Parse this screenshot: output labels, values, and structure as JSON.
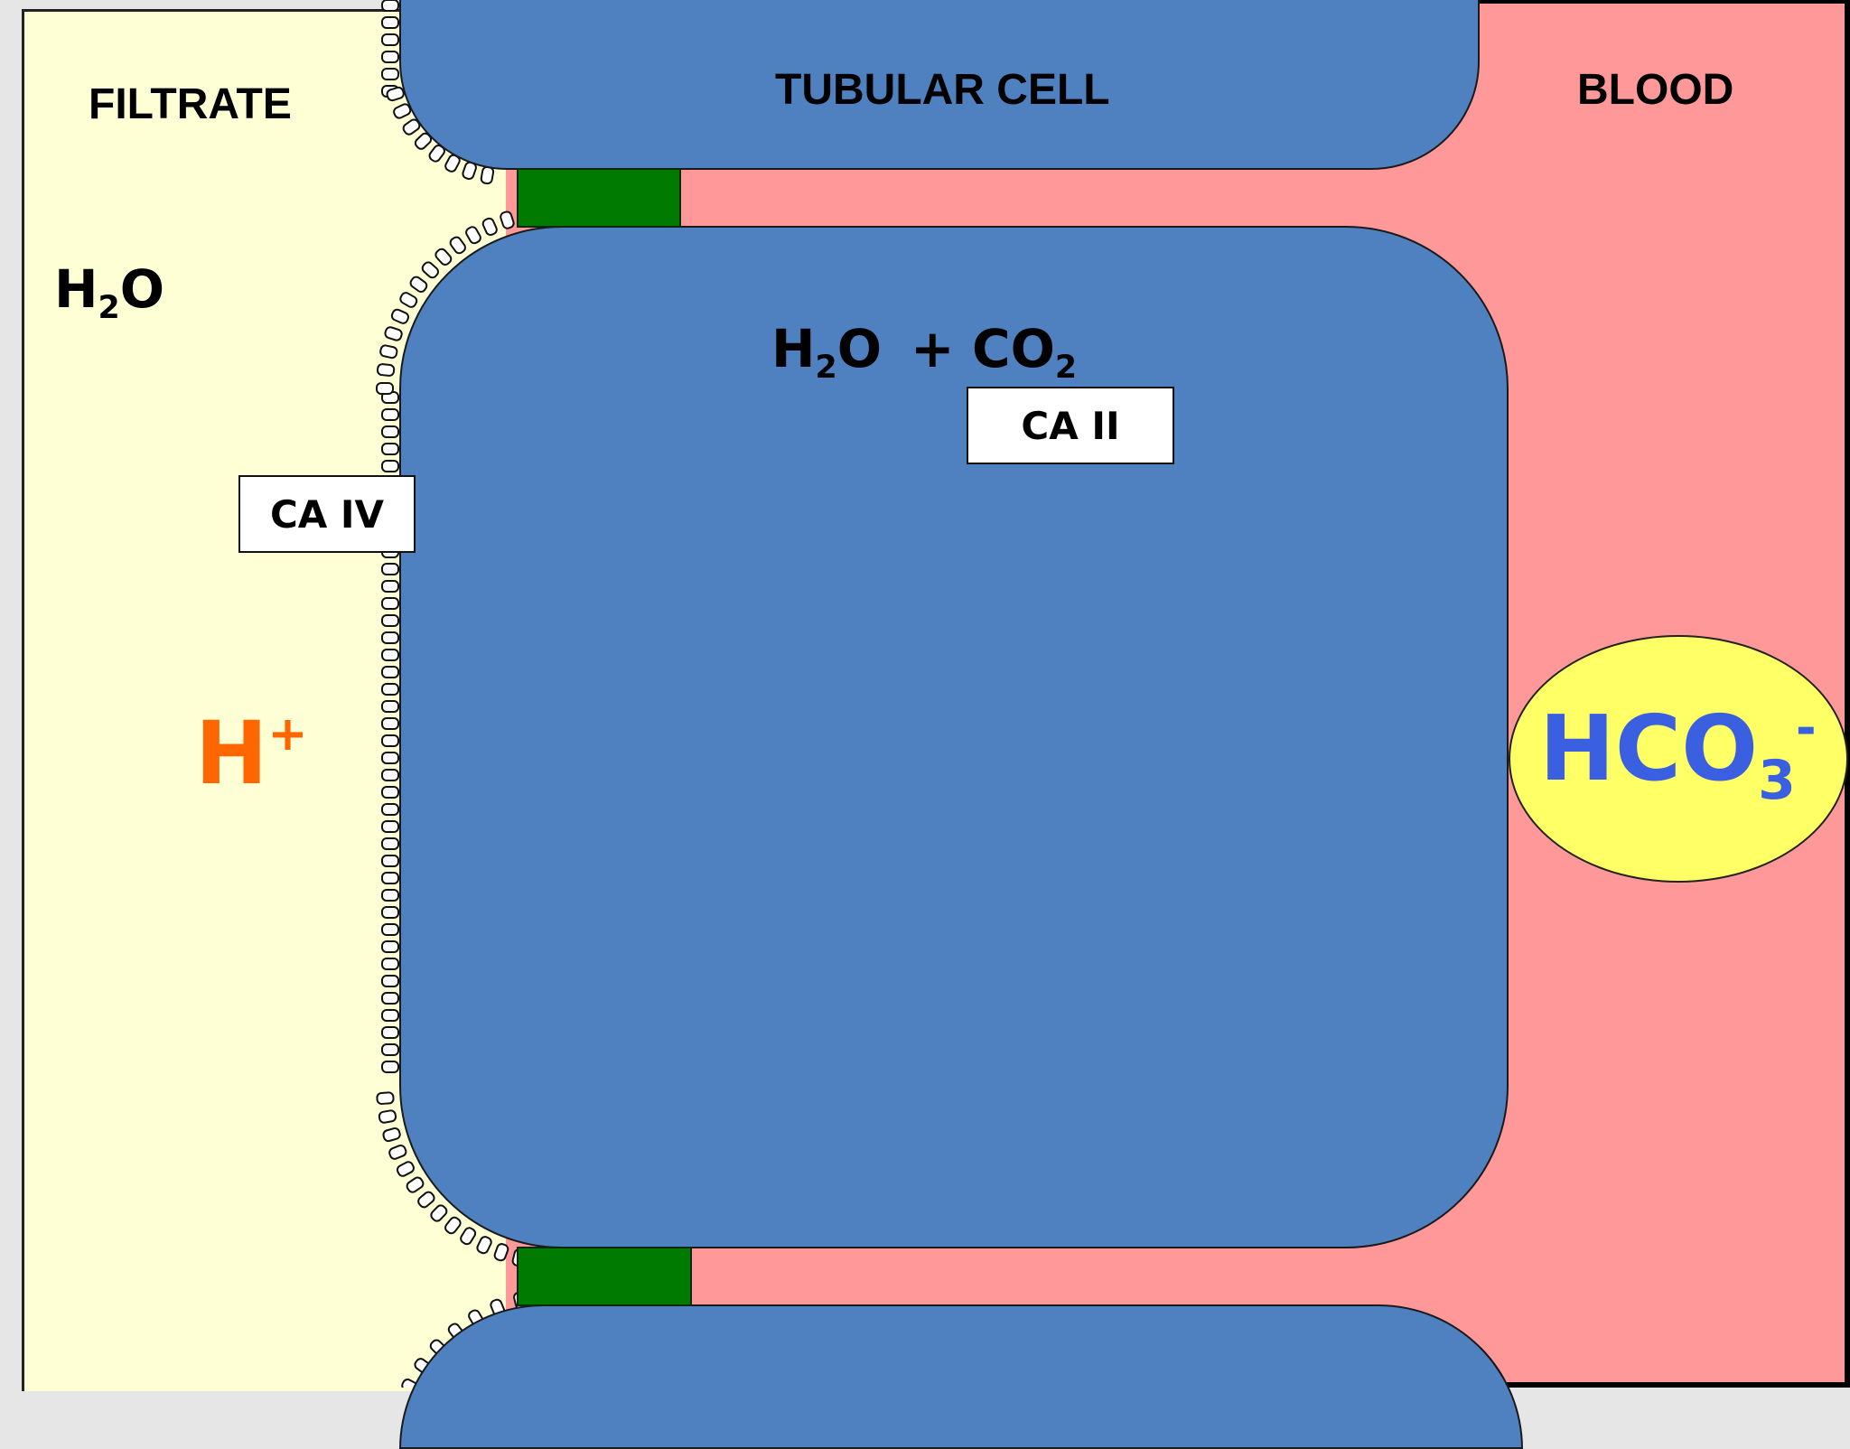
{
  "regions": {
    "filtrate_label": "FILTRATE",
    "tubular_cell_label": "TUBULAR CELL",
    "blood_label": "BLOOD"
  },
  "molecules": {
    "filtrate_water": {
      "main": "H",
      "sub": "2",
      "tail": "O"
    },
    "filtrate_proton": {
      "main": "H",
      "sup": "+"
    },
    "cell_water": {
      "main": "H",
      "sub": "2",
      "tail": "O"
    },
    "plus": "+",
    "cell_co2": {
      "main": "CO",
      "sub": "2"
    },
    "blood_bicarbonate": {
      "main": "HCO",
      "sub": "3",
      "sup": "-"
    }
  },
  "enzymes": {
    "ca_iv": "CA IV",
    "ca_ii": "CA II"
  },
  "colors": {
    "filtrate_bg": "#ffffd6",
    "blood_bg": "#ff9999",
    "cell_fill": "#4f80c0",
    "tight_junction": "#007a00",
    "bicarbonate_oval": "#ffff66",
    "bicarbonate_text": "#3a5fe0",
    "proton_text": "#ff6600"
  }
}
